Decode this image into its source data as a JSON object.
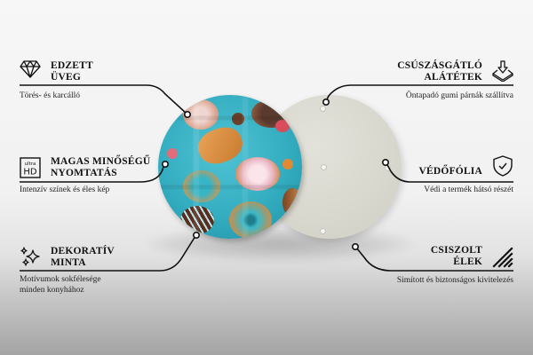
{
  "features": {
    "left": [
      {
        "id": "tempered-glass",
        "icon": "diamond-icon",
        "title_line1": "EDZETT",
        "title_line2": "ÜVEG",
        "description": "Törés- és karcálló"
      },
      {
        "id": "hd-print",
        "icon": "ultra-hd-icon",
        "icon_text_top": "ultra",
        "icon_text_bottom": "HD",
        "title_line1": "MAGAS MINŐSÉGŰ",
        "title_line2": "NYOMTATÁS",
        "description": "Intenzív színek és éles kép"
      },
      {
        "id": "decorative-pattern",
        "icon": "sparkles-icon",
        "title_line1": "DEKORATÍV",
        "title_line2": "MINTA",
        "description_line1": "Motívumok sokfélesége",
        "description_line2": "minden konyhához"
      }
    ],
    "right": [
      {
        "id": "anti-slip-pads",
        "icon": "pad-download-icon",
        "title_line1": "CSÚSZÁSGÁTLÓ",
        "title_line2": "ALÁTÉTEK",
        "description": "Öntapadó gumi párnák szállítva"
      },
      {
        "id": "protective-foil",
        "icon": "shield-check-icon",
        "title_line1": "VÉDŐFÓLIA",
        "description": "Védi a termék hátsó részét"
      },
      {
        "id": "polished-edges",
        "icon": "hatched-edge-icon",
        "title_line1": "CSISZOLT",
        "title_line2": "ÉLEK",
        "description": "Simított és biztonságos kivitelezés"
      }
    ]
  },
  "product": {
    "front_image": "donut-pattern-glass-coaster",
    "back_image": "coaster-back-with-rubber-pads",
    "colors": {
      "front_base": "#34adc0",
      "back_base": "#d9d8cf"
    }
  }
}
